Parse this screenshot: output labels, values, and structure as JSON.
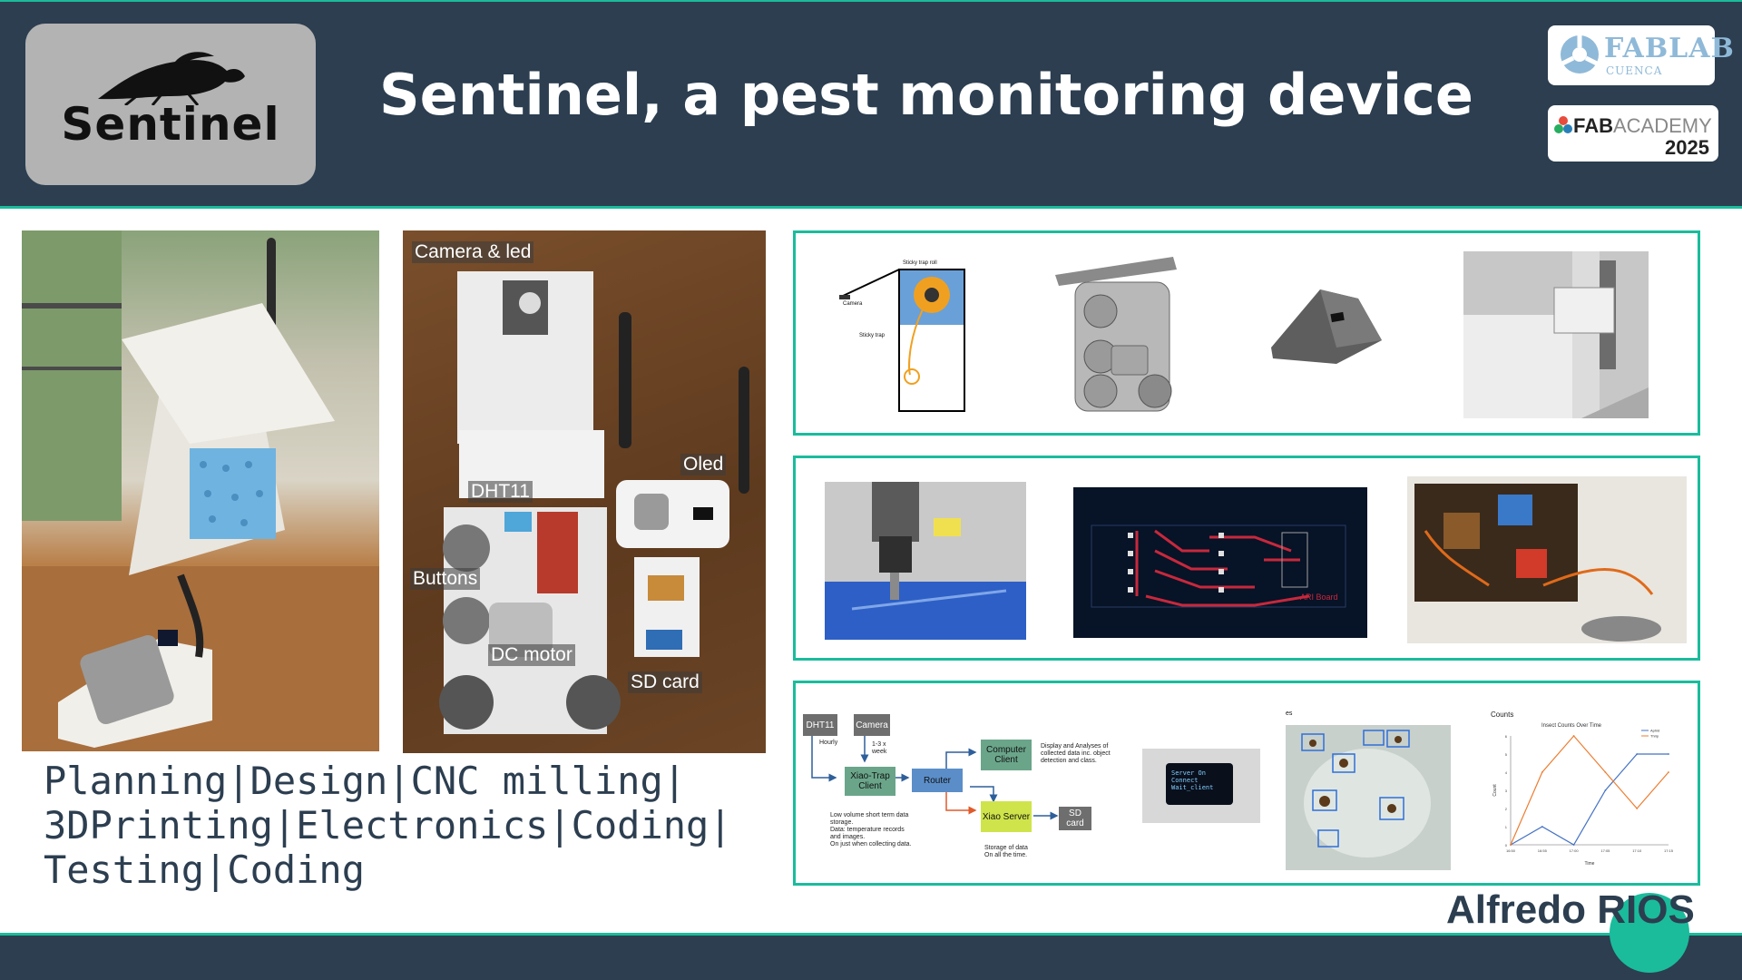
{
  "header": {
    "logo_text": "Sentinel",
    "title": "Sentinel, a pest monitoring device",
    "fablab": {
      "name": "FABLAB",
      "sub": "CUENCA"
    },
    "fabacademy": {
      "name_bold": "FAB",
      "name_light": "ACADEMY",
      "year": "2025"
    }
  },
  "photo_labels": {
    "camera": "Camera & led",
    "oled": "Oled",
    "dht11": "DHT11",
    "buttons": "Buttons",
    "dc_motor": "DC motor",
    "sd_card": "SD card"
  },
  "skills_text": "Planning|Design|CNC milling|\n3DPrinting|Electronics|Coding|\nTesting|Coding",
  "design_sketch": {
    "top": "Sticky trap roll",
    "camera": "Camera",
    "sticky": "Sticky trap"
  },
  "pcb": {
    "title": "ARI Board"
  },
  "flow": {
    "dht11": "DHT11",
    "camera": "Camera",
    "hourly": "Hourly",
    "per_week": "1-3 x\nweek",
    "xiao_trap": "Xiao-Trap\nClient",
    "router": "Router",
    "computer": "Computer\nClient",
    "xiao_server": "Xiao\nServer",
    "sd": "SD\ncard",
    "note_left": "Low volume short term data\nstorage.\nData: temperature records\nand images.\nOn just when collecting data.",
    "note_computer": "Display and Analyses of\ncollected data inc. object\ndetection and class.",
    "note_server": "Storage of data\nOn all the time.",
    "colors": {
      "gray": "#6e6e6e",
      "blue": "#5b8ec9",
      "green": "#6aa58a",
      "lime": "#cfe44a"
    }
  },
  "oled": {
    "text": "Server On\nConnect\nWait_client"
  },
  "detect": {
    "tag": "es"
  },
  "chart_data": {
    "type": "line",
    "title": "Insect Counts Over Time",
    "corner_label": "Counts",
    "xlabel": "Time",
    "ylabel": "Count",
    "categories": [
      "16:50",
      "16:55",
      "17:00",
      "17:05",
      "17:10",
      "17:15"
    ],
    "series": [
      {
        "name": "Aphid",
        "values": [
          0,
          1,
          0,
          3,
          5,
          5
        ]
      },
      {
        "name": "Thrip",
        "values": [
          0,
          4,
          6,
          4,
          2,
          4
        ]
      }
    ],
    "ylim": [
      0,
      6
    ],
    "colors": {
      "Aphid": "#4472c4",
      "Thrip": "#ed7d31"
    }
  },
  "author": "Alfredo RIOS"
}
